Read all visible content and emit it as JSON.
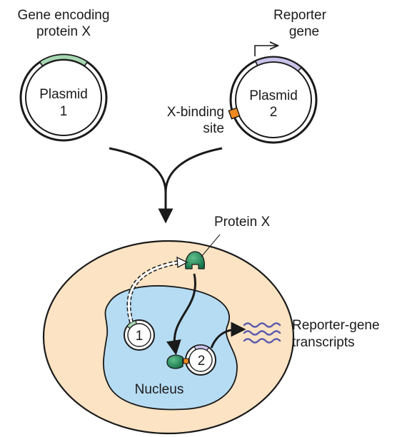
{
  "labels": {
    "gene_encoding_line1": "Gene encoding",
    "gene_encoding_line2": "protein X",
    "plasmid1_line1": "Plasmid",
    "plasmid1_line2": "1",
    "reporter_line1": "Reporter",
    "reporter_line2": "gene",
    "plasmid2_line1": "Plasmid",
    "plasmid2_line2": "2",
    "xbinding_line1": "X-binding",
    "xbinding_line2": "site",
    "protein_x": "Protein X",
    "small_plasmid1": "1",
    "small_plasmid2": "2",
    "nucleus": "Nucleus",
    "transcripts_line1": "Reporter-gene",
    "transcripts_line2": "transcripts"
  },
  "colors": {
    "cell_fill": "#fbe3c3",
    "nucleus_fill": "#b6dcf3",
    "gene_x_segment": "#a7d7b3",
    "reporter_segment": "#c9c3ea",
    "binding_site": "#ef8a1e",
    "protein_x": "#1f8a54",
    "transcripts": "#5b5bb0"
  }
}
